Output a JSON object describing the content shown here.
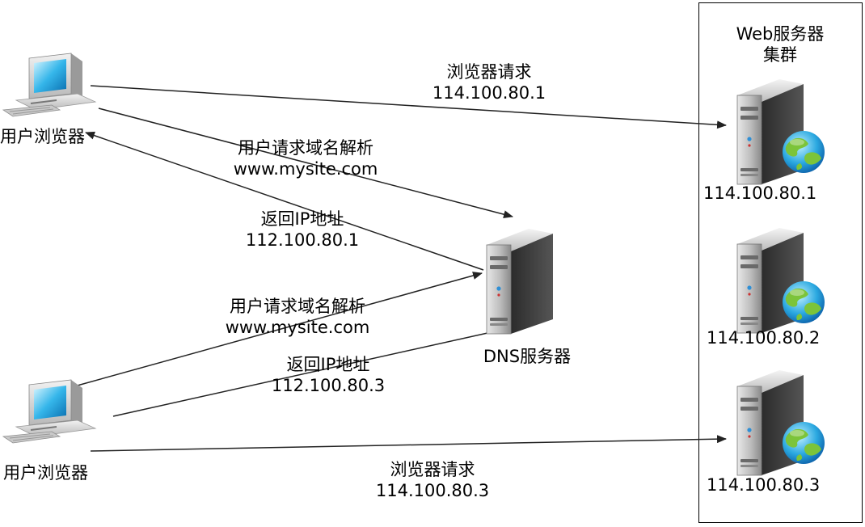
{
  "cluster": {
    "title_line1": "Web服务器",
    "title_line2": "集群"
  },
  "clients": {
    "top": {
      "label": "用户浏览器"
    },
    "bottom": {
      "label": "用户浏览器"
    }
  },
  "dns": {
    "label": "DNS服务器"
  },
  "servers": [
    {
      "ip": "114.100.80.1"
    },
    {
      "ip": "114.100.80.2"
    },
    {
      "ip": "114.100.80.3"
    }
  ],
  "edges": {
    "top_browser_request": {
      "line1": "浏览器请求",
      "line2": "114.100.80.1"
    },
    "top_dns_request": {
      "line1": "用户请求域名解析",
      "line2": "www.mysite.com"
    },
    "top_dns_reply": {
      "line1": "返回IP地址",
      "line2": "112.100.80.1"
    },
    "bottom_dns_request": {
      "line1": "用户请求域名解析",
      "line2": "www.mysite.com"
    },
    "bottom_dns_reply": {
      "line1": "返回IP地址",
      "line2": "112.100.80.3"
    },
    "bottom_browser_request": {
      "line1": "浏览器请求",
      "line2": "114.100.80.3"
    }
  }
}
